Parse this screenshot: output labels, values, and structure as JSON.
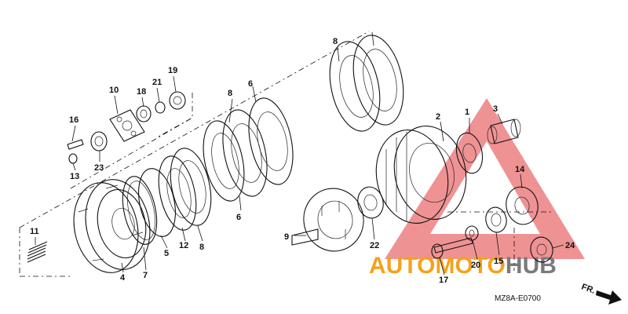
{
  "diagram_code": "MZ8A-E0700",
  "direction_label": "FR.",
  "watermark": {
    "part1": "AUTO",
    "part2": "MOTO",
    "part3": "HUB",
    "color_orange": "#f4a21c",
    "color_red": "#e2383b",
    "color_gray": "#7a7a7a"
  },
  "callouts": {
    "c1": "1",
    "c2": "2",
    "c3": "3",
    "c4": "4",
    "c5": "5",
    "c6a": "6",
    "c6b": "6",
    "c7": "7",
    "c8a": "8",
    "c8b": "8",
    "c8c": "8",
    "c9": "9",
    "c10": "10",
    "c11": "11",
    "c12": "12",
    "c13": "13",
    "c14": "14",
    "c15": "15",
    "c16": "16",
    "c17": "17",
    "c18": "18",
    "c19": "19",
    "c20": "20",
    "c21": "21",
    "c22": "22",
    "c23": "23",
    "c24": "24"
  }
}
